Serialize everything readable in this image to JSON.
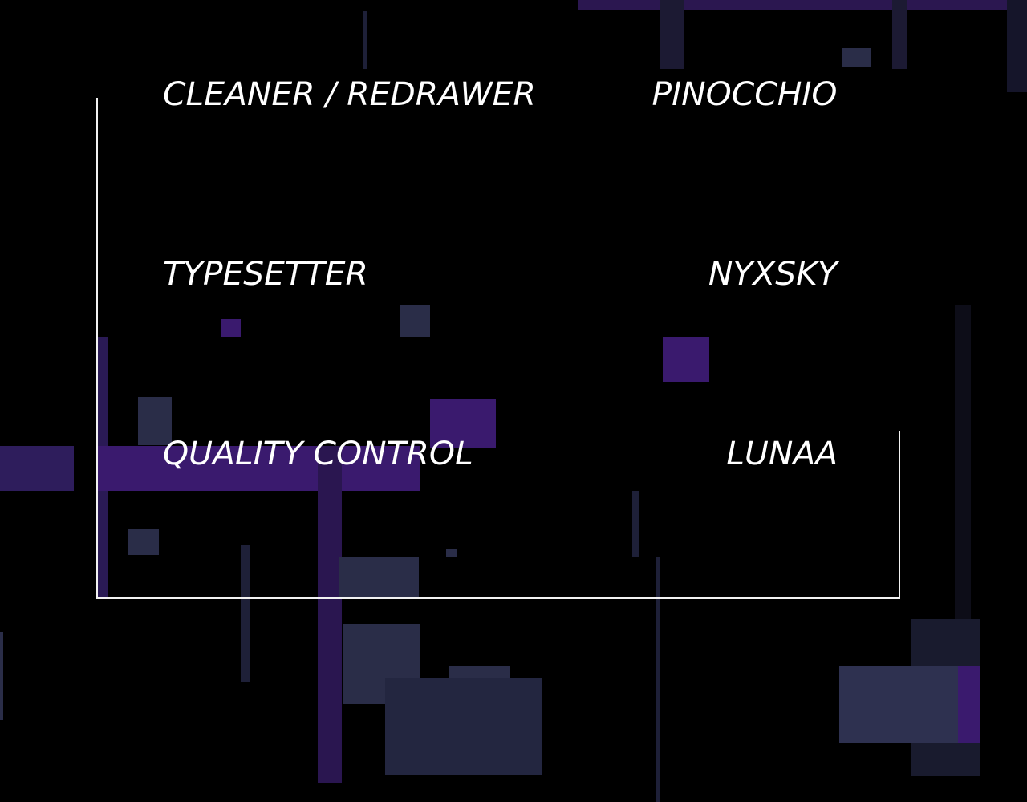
{
  "credits": [
    {
      "role": "CLEANER / REDRAWER",
      "name": "PINOCCHIO"
    },
    {
      "role": "TYPESETTER",
      "name": "NYXSKY"
    },
    {
      "role": "QUALITY CONTROL",
      "name": "LUNAA"
    }
  ],
  "colors": {
    "background": "#000000",
    "text": "#ffffff",
    "frame": "#f2f2f2",
    "glitch_purple": "#3a1a6e",
    "glitch_slate": "#2a2d48"
  }
}
